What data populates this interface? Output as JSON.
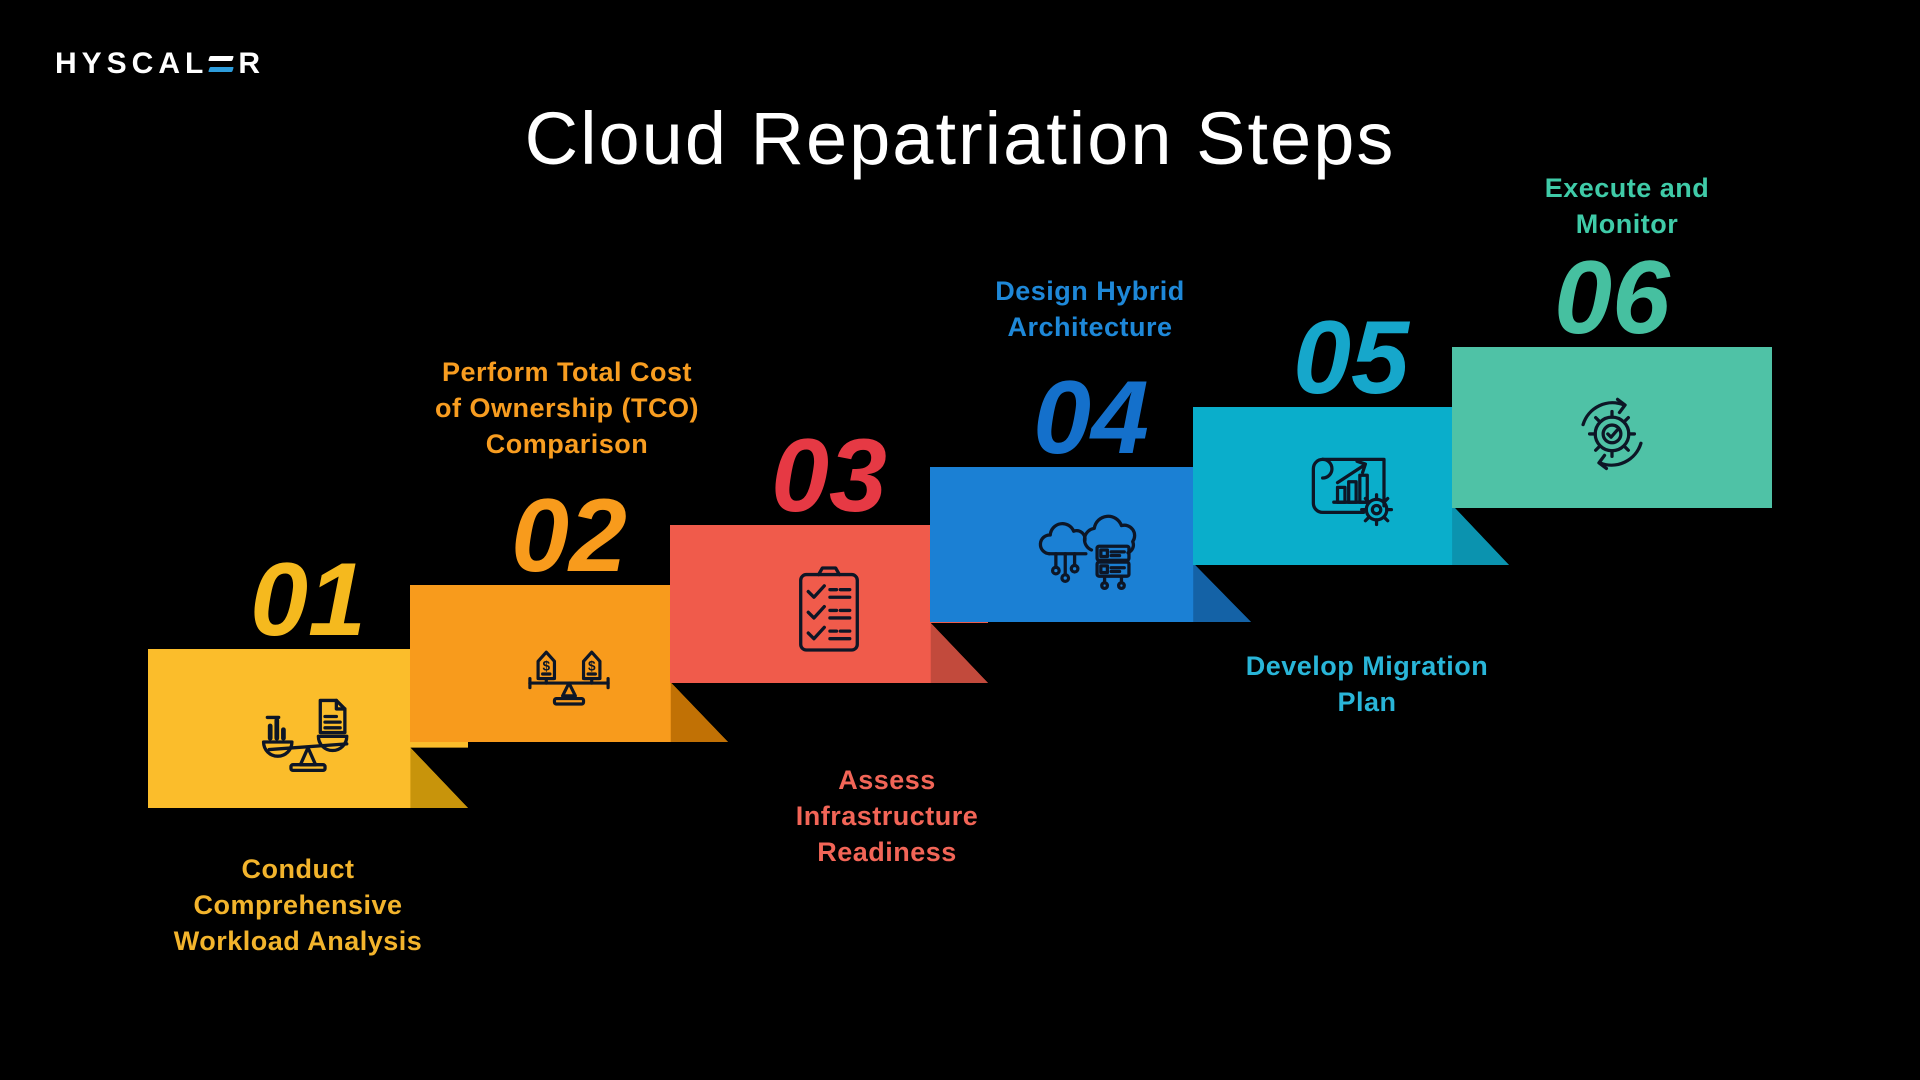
{
  "logo": {
    "text_prefix": "HYSCAL",
    "text_suffix": "R",
    "stylized_letter": "E",
    "accent_color": "#2D9CDB"
  },
  "title": "Cloud Repatriation Steps",
  "background_color": "#000000",
  "icon_stroke_color": "#0d1626",
  "steps": [
    {
      "number": "01",
      "label": "Conduct\nComprehensive\nWorkload Analysis",
      "icon": "workload-analysis-scale-icon",
      "block_color": "#FBBD2B",
      "fold_color": "#C8940B",
      "number_color": "#F5B91E",
      "label_color": "#F3B42C"
    },
    {
      "number": "02",
      "label": "Perform Total Cost\nof Ownership (TCO)\nComparison",
      "icon": "cost-comparison-balance-icon",
      "block_color": "#F89B1C",
      "fold_color": "#C17105",
      "number_color": "#F89B1C",
      "label_color": "#F89D20"
    },
    {
      "number": "03",
      "label": "Assess\nInfrastructure\nReadiness",
      "icon": "checklist-clipboard-icon",
      "block_color": "#F05B4B",
      "fold_color": "#C24A3C",
      "number_color": "#E63944",
      "label_color": "#F26557"
    },
    {
      "number": "04",
      "label": "Design Hybrid\nArchitecture",
      "icon": "hybrid-cloud-network-icon",
      "block_color": "#1B80D4",
      "fold_color": "#1462A6",
      "number_color": "#1470CB",
      "label_color": "#1E88D8"
    },
    {
      "number": "05",
      "label": "Develop Migration\nPlan",
      "icon": "migration-blueprint-icon",
      "block_color": "#0AAECB",
      "fold_color": "#0B93AF",
      "number_color": "#16A7CB",
      "label_color": "#29B5D8"
    },
    {
      "number": "06",
      "label": "Execute and\nMonitor",
      "icon": "execute-monitor-cycle-icon",
      "block_color": "#4FC2A6",
      "fold_color": "#2FA98C",
      "number_color": "#46C0A0",
      "label_color": "#3FCBA8"
    }
  ]
}
